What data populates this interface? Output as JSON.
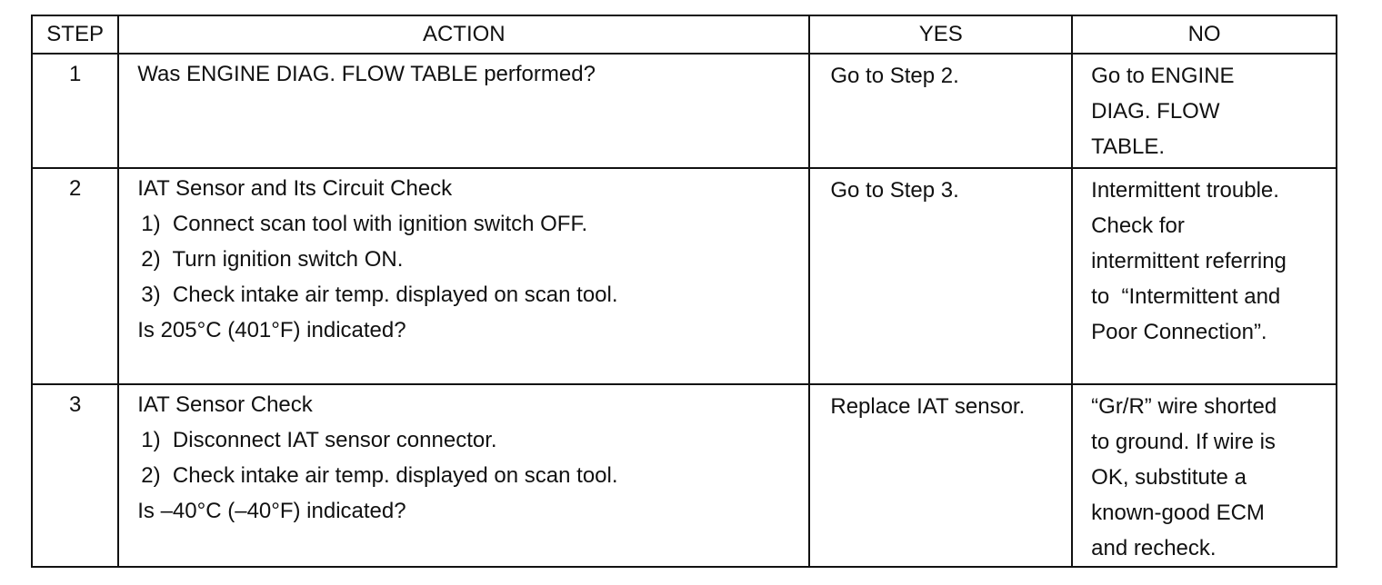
{
  "headers": {
    "step": "STEP",
    "action": "ACTION",
    "yes": "YES",
    "no": "NO"
  },
  "rows": [
    {
      "step": "1",
      "action_title": "Was ENGINE DIAG. FLOW TABLE performed?",
      "action_steps": [],
      "action_question": "",
      "yes": [
        "Go to Step 2."
      ],
      "no": [
        "Go to ENGINE",
        "DIAG. FLOW",
        "TABLE."
      ]
    },
    {
      "step": "2",
      "action_title": "IAT Sensor and Its Circuit Check",
      "action_steps": [
        "1)  Connect scan tool with ignition switch OFF.",
        "2)  Turn ignition switch ON.",
        "3)  Check intake air temp. displayed on scan tool."
      ],
      "action_question": "Is 205°C (401°F) indicated?",
      "yes": [
        "Go to Step 3."
      ],
      "no": [
        "Intermittent trouble.",
        "Check for",
        "intermittent referring",
        "to  “Intermittent and",
        "Poor Connection”."
      ]
    },
    {
      "step": "3",
      "action_title": "IAT Sensor Check",
      "action_steps": [
        "1)  Disconnect IAT sensor connector.",
        "2)  Check intake air temp. displayed on scan tool."
      ],
      "action_question": "Is –40°C (–40°F) indicated?",
      "yes": [
        "Replace IAT sensor."
      ],
      "no": [
        "“Gr/R” wire shorted",
        "to ground. If wire is",
        "OK, substitute a",
        "known-good ECM",
        "and recheck."
      ]
    }
  ]
}
